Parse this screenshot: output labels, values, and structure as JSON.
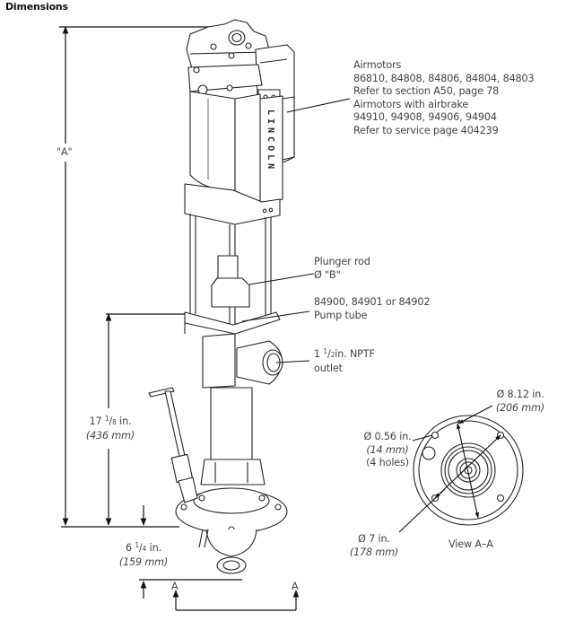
{
  "title": "Dimensions",
  "brand_on_motor": "LINCOLN",
  "callouts": {
    "airmotors": {
      "line1": "Airmotors",
      "line2": "86810, 84808, 84806, 84804, 84803",
      "line3": "Refer to section A50, page 78",
      "line4": "Airmotors with airbrake",
      "line5": "94910, 94908, 94906, 94904",
      "line6": "Refer to service page 404239"
    },
    "plunger": {
      "line1": "Plunger rod",
      "line2": "Ø \"B\""
    },
    "pump_tube": {
      "line1": "84900, 84901 or 84902",
      "line2": "Pump tube"
    },
    "outlet": {
      "whole": "1",
      "num": "1",
      "den": "2",
      "unit": "in. NPTF",
      "line2": "outlet"
    }
  },
  "dimensions": {
    "overall": {
      "label": "\"A\""
    },
    "tube_height": {
      "whole": "17",
      "num": "1",
      "den": "8",
      "unit": "in.",
      "metric": "(436 mm)"
    },
    "base_height": {
      "whole": "6",
      "num": "1",
      "den": "4",
      "unit": "in.",
      "metric": "(159 mm)"
    },
    "section_marker_left": "A",
    "section_marker_right": "A"
  },
  "view_aa": {
    "caption": "View A–A",
    "outer_dia": {
      "line1": "Ø 8.12 in.",
      "line2": "(206 mm)"
    },
    "hole_dia": {
      "line1": "Ø 0.56 in.",
      "line2": "(14 mm)",
      "line3": "(4 holes)"
    },
    "bolt_circle": {
      "line1": "Ø 7 in.",
      "line2": "(178 mm)"
    }
  }
}
